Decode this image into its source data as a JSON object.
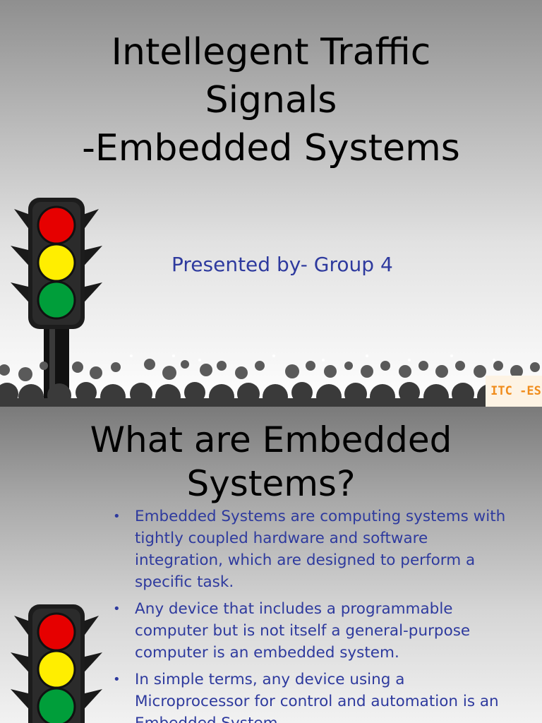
{
  "slide1": {
    "title_lines": [
      "Intellegent Traffic",
      "Signals",
      "-Embedded Systems"
    ],
    "presenter": "Presented by- Group 4",
    "tag": "ITC -ES",
    "colors": {
      "presenter": "#2e3a9e",
      "tag": "#f08c1c"
    }
  },
  "slide2": {
    "title_lines": [
      "What are Embedded",
      "Systems?"
    ],
    "bullets": [
      "Embedded Systems are computing systems with tightly coupled hardware and software integration, which are designed to perform a specific task.",
      "Any device that includes a programmable computer but is not itself a general-purpose computer is an embedded system.",
      "In simple terms, any device using a Microprocessor for control and automation is an Embedded System."
    ]
  },
  "traffic_light": {
    "lamps": [
      "red",
      "yellow",
      "green"
    ],
    "colors": [
      "#e60000",
      "#ffee00",
      "#009e3a"
    ]
  }
}
